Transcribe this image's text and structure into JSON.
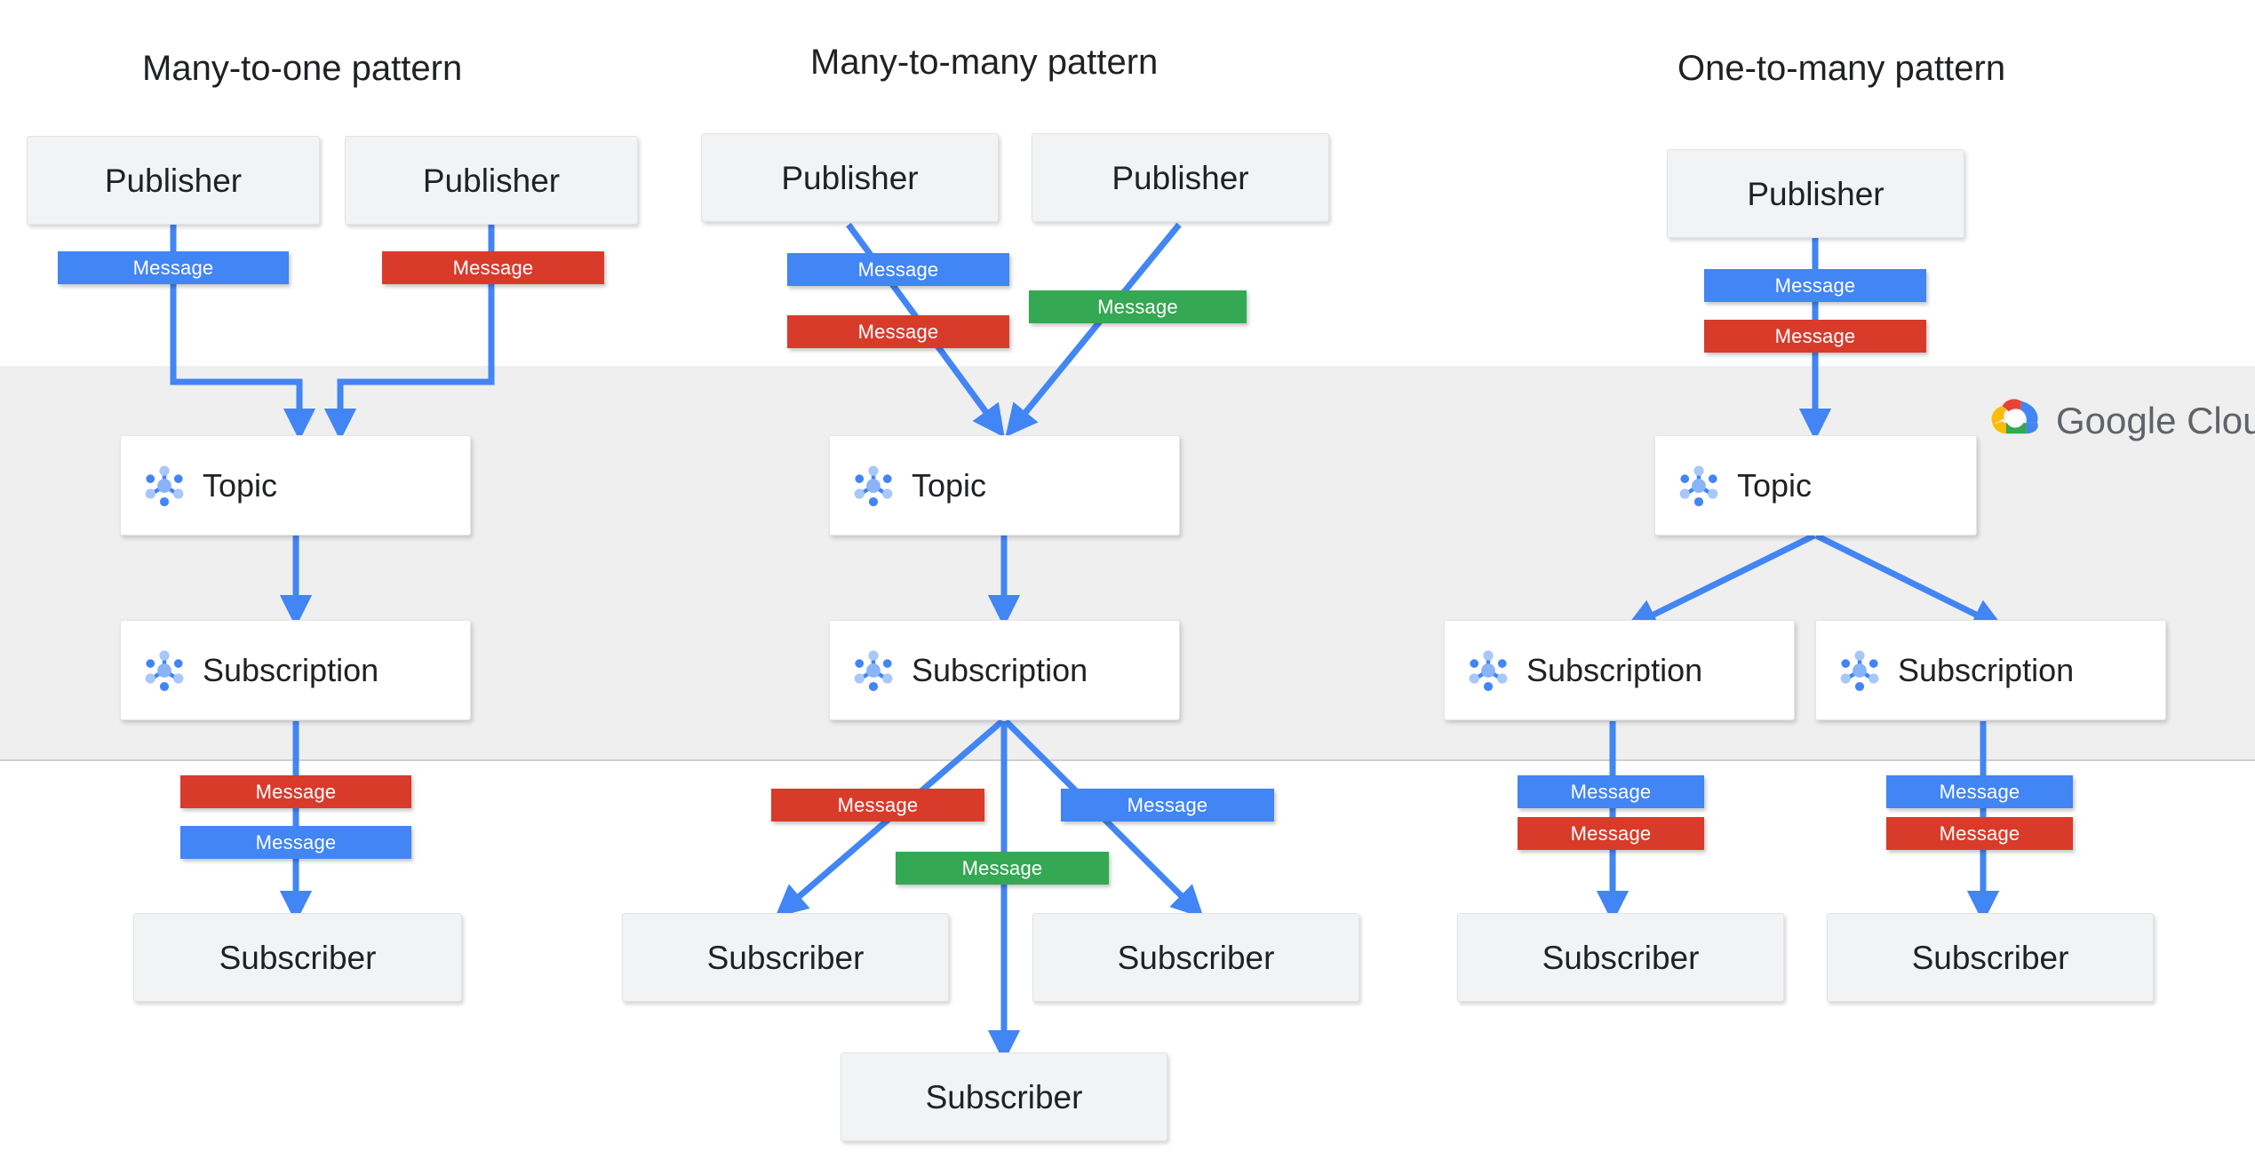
{
  "diagram": {
    "brand": {
      "name": "Google Cloud",
      "logo_icon": "google-cloud-logo"
    },
    "colors": {
      "blue": "#4285F4",
      "red": "#D93B2B",
      "green": "#34A853",
      "band": "#EFEFEF",
      "endpoint_fill": "#F1F3F4",
      "pubsub_fill": "#FFFFFF",
      "text": "#202124",
      "brand_text": "#5F6368"
    },
    "columns": [
      {
        "id": "many-to-one",
        "title": "Many-to-one pattern",
        "publishers": [
          {
            "label": "Publisher"
          },
          {
            "label": "Publisher"
          }
        ],
        "publish_messages": [
          {
            "label": "Message",
            "color": "blue"
          },
          {
            "label": "Message",
            "color": "red"
          }
        ],
        "topics": [
          {
            "label": "Topic",
            "icon": "pubsub-node-icon"
          }
        ],
        "subscriptions": [
          {
            "label": "Subscription",
            "icon": "pubsub-node-icon"
          }
        ],
        "deliver_messages": [
          {
            "label": "Message",
            "color": "red"
          },
          {
            "label": "Message",
            "color": "blue"
          }
        ],
        "subscribers": [
          {
            "label": "Subscriber"
          }
        ]
      },
      {
        "id": "many-to-many",
        "title": "Many-to-many  pattern",
        "publishers": [
          {
            "label": "Publisher"
          },
          {
            "label": "Publisher"
          }
        ],
        "publish_messages": [
          {
            "label": "Message",
            "color": "blue"
          },
          {
            "label": "Message",
            "color": "red"
          },
          {
            "label": "Message",
            "color": "green"
          }
        ],
        "topics": [
          {
            "label": "Topic",
            "icon": "pubsub-node-icon"
          }
        ],
        "subscriptions": [
          {
            "label": "Subscription",
            "icon": "pubsub-node-icon"
          }
        ],
        "deliver_messages": [
          {
            "label": "Message",
            "color": "red"
          },
          {
            "label": "Message",
            "color": "blue"
          },
          {
            "label": "Message",
            "color": "green"
          }
        ],
        "subscribers": [
          {
            "label": "Subscriber"
          },
          {
            "label": "Subscriber"
          },
          {
            "label": "Subscriber"
          }
        ]
      },
      {
        "id": "one-to-many",
        "title": "One-to-many pattern",
        "publishers": [
          {
            "label": "Publisher"
          }
        ],
        "publish_messages": [
          {
            "label": "Message",
            "color": "blue"
          },
          {
            "label": "Message",
            "color": "red"
          }
        ],
        "topics": [
          {
            "label": "Topic",
            "icon": "pubsub-node-icon"
          }
        ],
        "subscriptions": [
          {
            "label": "Subscription",
            "icon": "pubsub-node-icon"
          },
          {
            "label": "Subscription",
            "icon": "pubsub-node-icon"
          }
        ],
        "deliver_messages": [
          {
            "label": "Message",
            "color": "blue"
          },
          {
            "label": "Message",
            "color": "red"
          },
          {
            "label": "Message",
            "color": "blue"
          },
          {
            "label": "Message",
            "color": "red"
          }
        ],
        "subscribers": [
          {
            "label": "Subscriber"
          },
          {
            "label": "Subscriber"
          }
        ]
      }
    ]
  }
}
